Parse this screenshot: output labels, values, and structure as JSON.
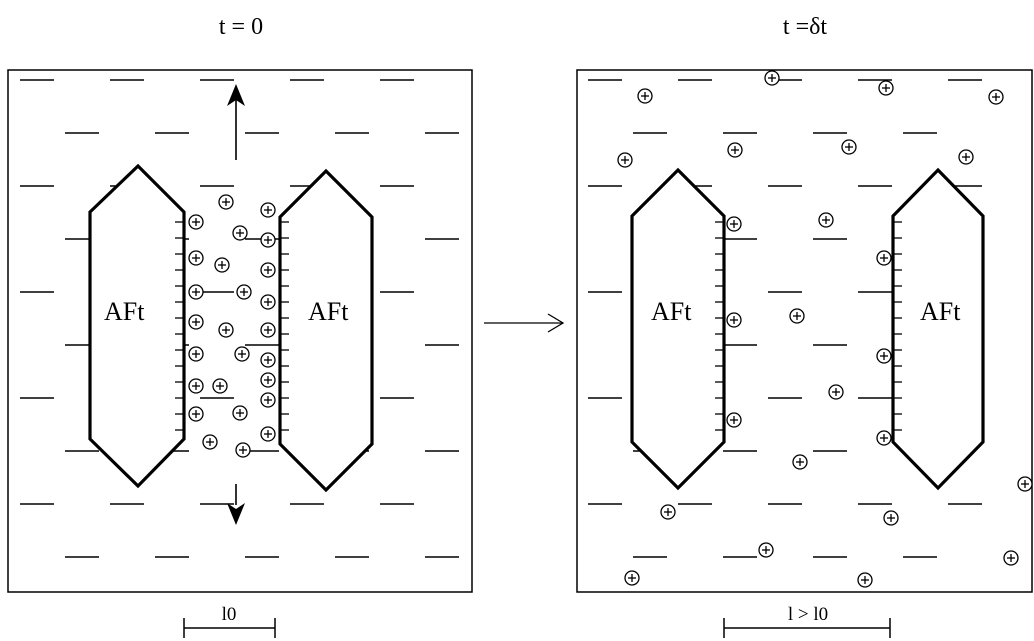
{
  "panels": [
    {
      "title": "t = 0",
      "crystal_label": "AFt",
      "spacing_label": "l0"
    },
    {
      "title": "t =δt",
      "crystal_label": "AFt",
      "spacing_label": "l > l0"
    }
  ],
  "cation_symbol": "+",
  "colors": {
    "ink": "#000000",
    "background": "#ffffff"
  }
}
